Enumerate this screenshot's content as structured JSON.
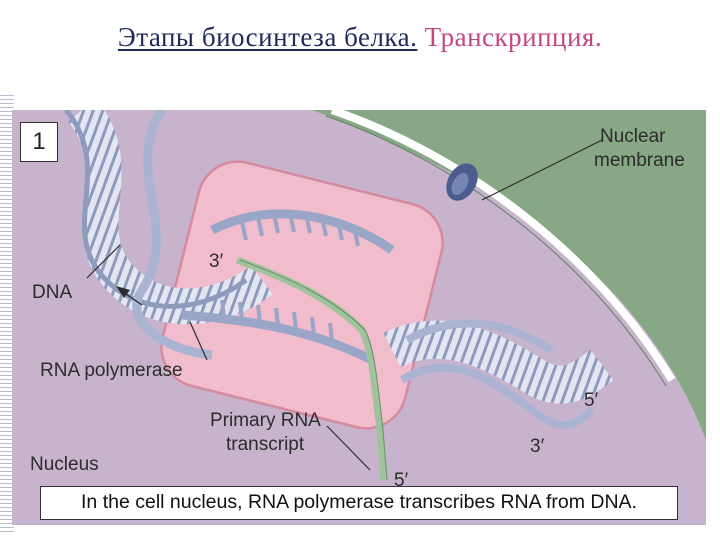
{
  "slide": {
    "title_main": "Этапы биосинтеза белка.",
    "title_sub": "Транскрипция."
  },
  "figure": {
    "panel_number": "1",
    "labels": {
      "nuclear_membrane_line1": "Nuclear",
      "nuclear_membrane_line2": "membrane",
      "dna": "DNA",
      "rna_polymerase": "RNA polymerase",
      "primary_rna_line1": "Primary RNA",
      "primary_rna_line2": "transcript",
      "nucleus": "Nucleus",
      "three_prime_template": "3′",
      "five_prime_right": "5′",
      "three_prime_right": "3′",
      "five_prime_rna": "5′"
    },
    "caption": "In the cell nucleus, RNA polymerase transcribes RNA from DNA.",
    "colors": {
      "nucleus": "#c7b4cc",
      "membrane": "#86a884",
      "polymerase": "#f1bccb",
      "dna": "#9aa6c7",
      "rna": "#9fc39a"
    }
  }
}
